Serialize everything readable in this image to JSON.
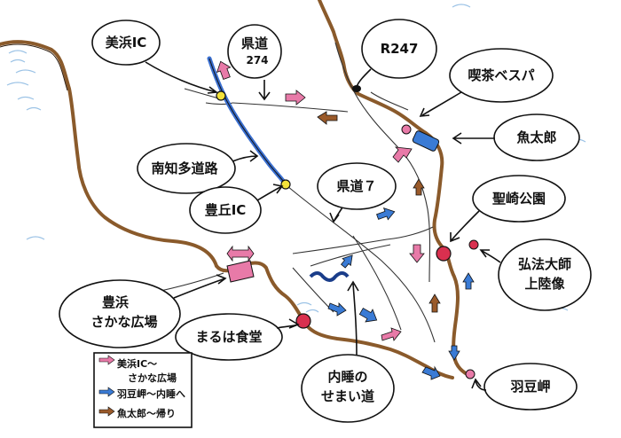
{
  "map": {
    "labels": {
      "mihama_ic": "美浜IC",
      "kendo_274": "県道",
      "kendo_274_num": "274",
      "r247": "R247",
      "kissa": "喫茶ベスパ",
      "uotaro": "魚太郎",
      "minamichita": "南知多道路",
      "toyooka_ic": "豊丘IC",
      "kendo_7": "県道７",
      "shozaki": "聖崎公園",
      "kobo_1": "弘法大師",
      "kobo_2": "上陸像",
      "toyohama_1": "豊浜",
      "toyohama_2": "さかな広場",
      "maruha": "まるは食堂",
      "hazu": "羽豆岬",
      "utsumi_1": "内睡の",
      "utsumi_2": "せまい道"
    },
    "legend": {
      "line1": "美浜IC～",
      "line2": "さかな広場",
      "line3": "羽豆岬～内睡へ",
      "line4": "魚太郎～帰り"
    },
    "colors": {
      "pink": "#e87aa8",
      "blue": "#3a7bd5",
      "brown": "#9a5a2a",
      "coast": "#8a5a2b",
      "expressway": "#3a6fd0",
      "spot": "#d9304f",
      "yellow": "#f3e23a",
      "sea": "#9cc3e6"
    }
  }
}
